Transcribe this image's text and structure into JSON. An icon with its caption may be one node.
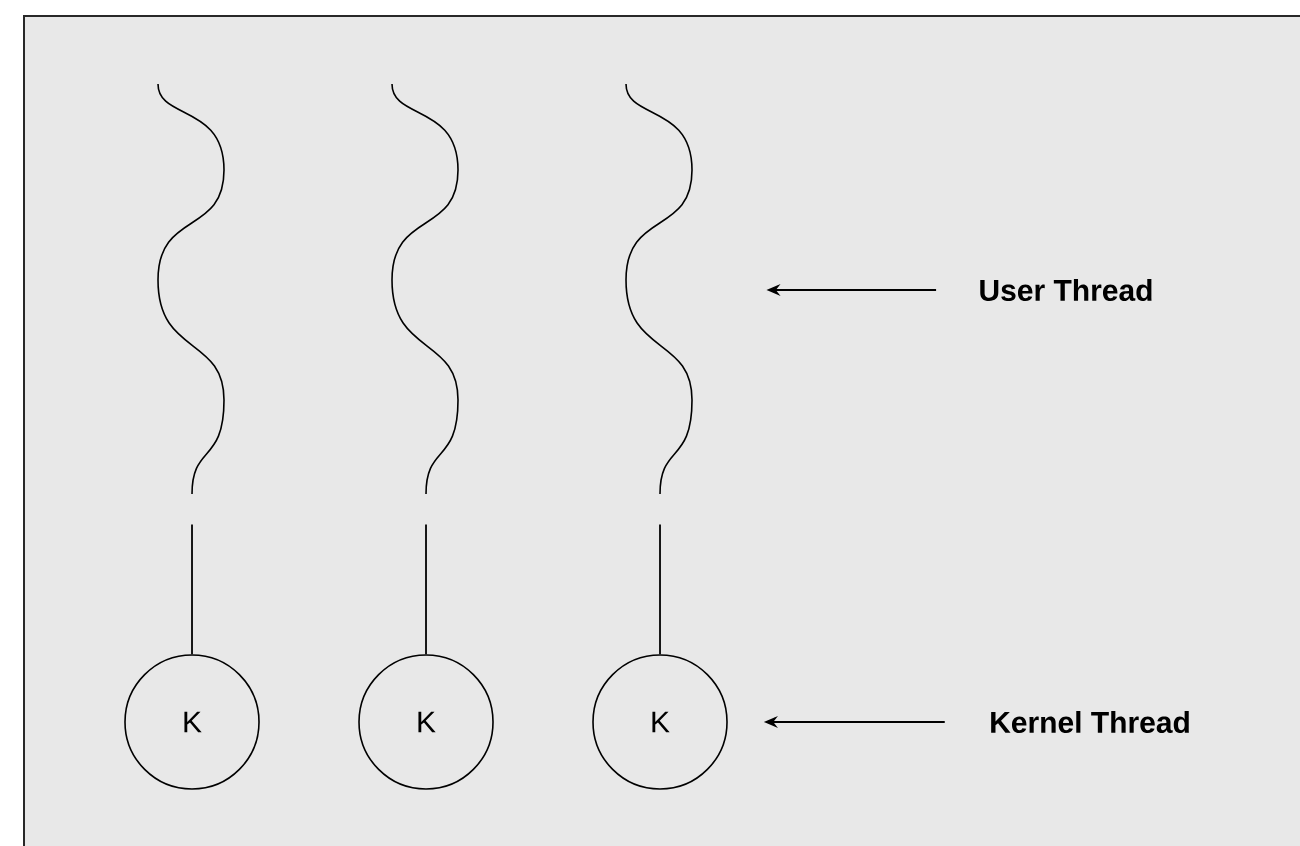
{
  "diagram": {
    "nodes": [
      {
        "text": [],
        "shape": "curve"
      },
      {
        "text": [],
        "shape": "curve"
      },
      {
        "text": [],
        "shape": "curve"
      },
      {
        "text": [
          "K"
        ]
      },
      {
        "text": [
          "K"
        ]
      },
      {
        "text": [
          "K"
        ]
      },
      {
        "text": [
          "User Thread"
        ]
      },
      {
        "text": [
          "Kernel Thread"
        ]
      }
    ],
    "edges": [
      {
        "from": 0,
        "to": 3,
        "arrow": "none"
      },
      {
        "from": 1,
        "to": 4,
        "arrow": "none"
      },
      {
        "from": 2,
        "to": 5,
        "arrow": "none"
      },
      {
        "from": 6,
        "to": 2,
        "arrow": "to"
      },
      {
        "from": 7,
        "to": 5,
        "arrow": "to"
      }
    ]
  }
}
